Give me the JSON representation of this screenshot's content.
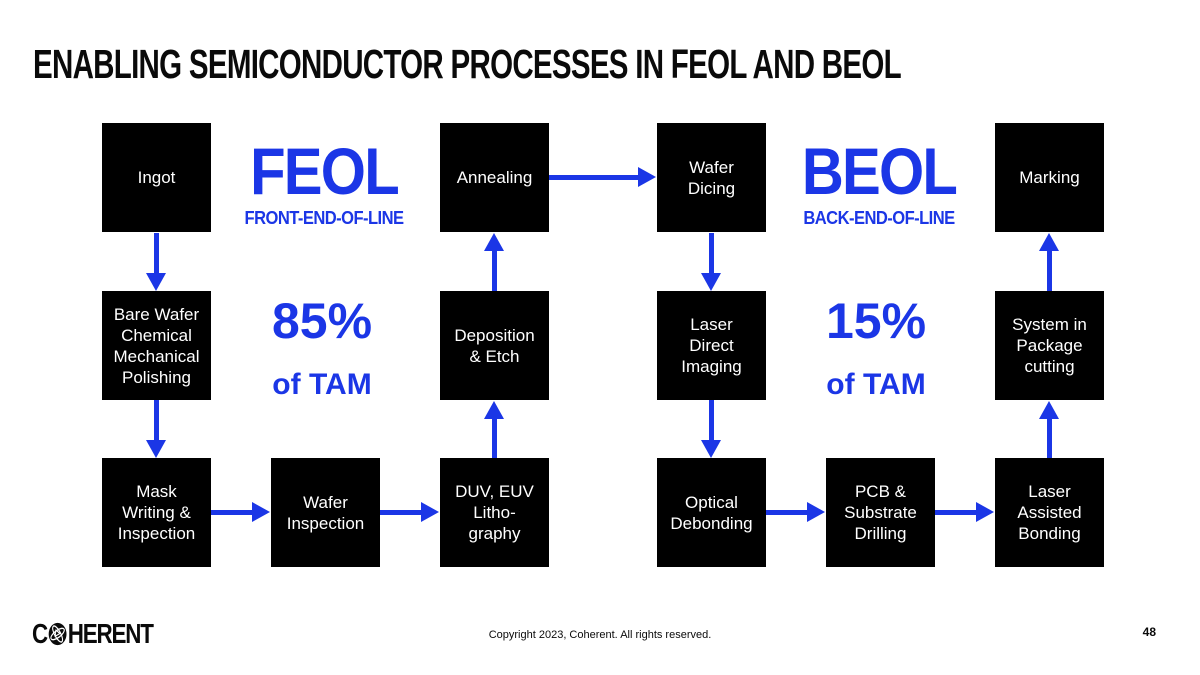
{
  "title": "ENABLING SEMICONDUCTOR PROCESSES IN FEOL AND BEOL",
  "colors": {
    "accent": "#1b36e6",
    "node_bg": "#000000",
    "node_text": "#ffffff"
  },
  "feol": {
    "heading": "FEOL",
    "subheading": "FRONT-END-OF-LINE",
    "share_value": "85%",
    "share_caption": "of TAM"
  },
  "beol": {
    "heading": "BEOL",
    "subheading": "BACK-END-OF-LINE",
    "share_value": "15%",
    "share_caption": "of TAM"
  },
  "nodes": {
    "ingot": "Ingot",
    "bare_wafer_cmp": "Bare Wafer\nChemical\nMechanical\nPolishing",
    "mask_writing": "Mask\nWriting &\nInspection",
    "wafer_inspection": "Wafer\nInspection",
    "duv_euv_lithography": "DUV, EUV\nLitho-\ngraphy",
    "deposition_etch": "Deposition\n& Etch",
    "annealing": "Annealing",
    "wafer_dicing": "Wafer\nDicing",
    "laser_direct_imaging": "Laser\nDirect\nImaging",
    "optical_debonding": "Optical\nDebonding",
    "pcb_substrate_drilling": "PCB &\nSubstrate\nDrilling",
    "laser_assisted_bonding": "Laser\nAssisted\nBonding",
    "system_in_package_cutting": "System in\nPackage\ncutting",
    "marking": "Marking"
  },
  "footer": {
    "logo_text_c": "C",
    "logo_text_rest": "HERENT",
    "copyright": "Copyright 2023, Coherent. All rights reserved.",
    "page_number": "48"
  }
}
